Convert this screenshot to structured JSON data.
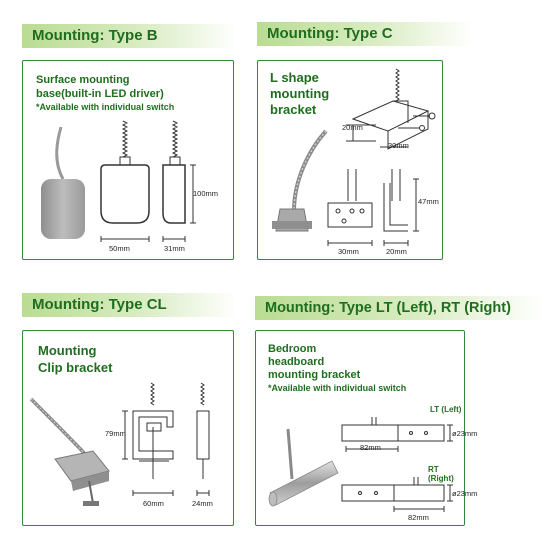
{
  "sections": {
    "b": {
      "header": "Mounting: Type B",
      "title_line1": "Surface mounting",
      "title_line2": "base(built-in LED driver)",
      "note": "*Available with individual switch",
      "dims": {
        "height": "100mm",
        "width": "50mm",
        "depth": "31mm"
      }
    },
    "c": {
      "header": "Mounting: Type C",
      "title_line1": "L shape",
      "title_line2": "mounting",
      "title_line3": "bracket",
      "dims": {
        "d20a": "20mm",
        "d30a": "30mm",
        "d47": "47mm",
        "d30b": "30mm",
        "d20b": "20mm"
      }
    },
    "cl": {
      "header": "Mounting: Type CL",
      "title_line1": "Mounting",
      "title_line2": "Clip bracket",
      "dims": {
        "height": "79mm",
        "width": "60mm",
        "depth": "24mm"
      }
    },
    "lt": {
      "header": "Mounting: Type  LT (Left), RT (Right)",
      "title_line1": "Bedroom",
      "title_line2": "headboard",
      "title_line3": "mounting bracket",
      "note": "*Available with individual switch",
      "left_label": "LT (Left)",
      "right_label": "RT (Right)",
      "dims": {
        "len_left": "82mm",
        "dia_left": "ø23mm",
        "len_right": "82mm",
        "dia_right": "ø23mm"
      }
    }
  }
}
